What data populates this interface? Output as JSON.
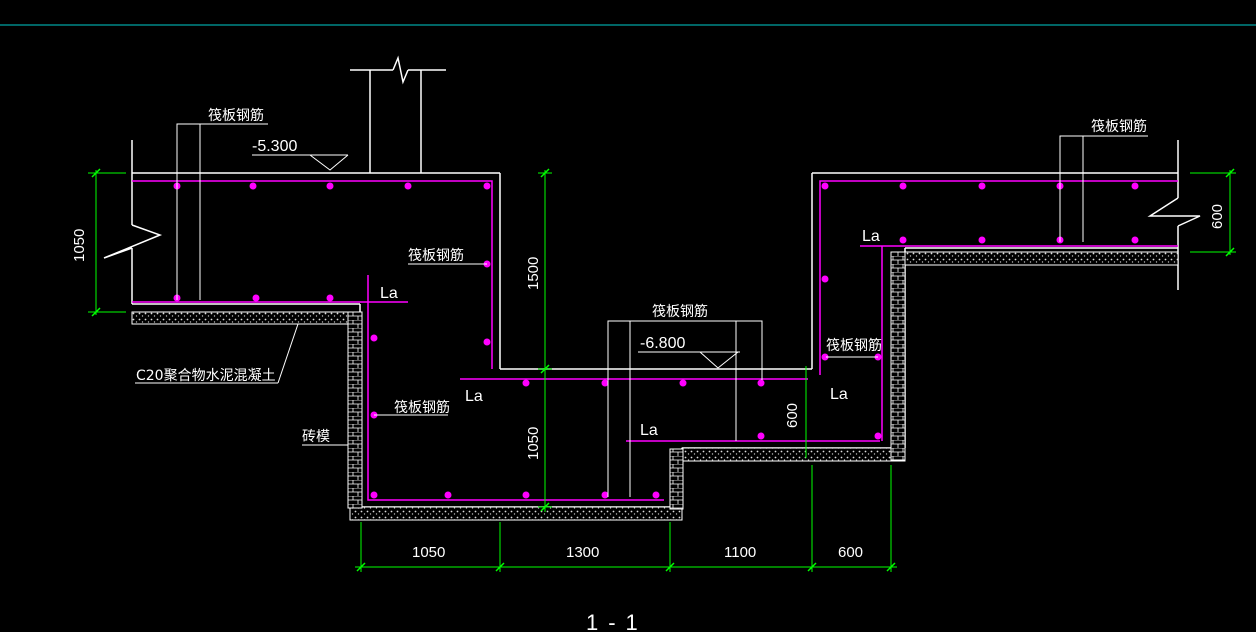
{
  "drawing": {
    "title": "1-1",
    "colors": {
      "background": "#000000",
      "concrete": "#ffffff",
      "rebar": "#ff00ff",
      "dimension": "#00ff00",
      "frame": "#00cccc"
    },
    "labels": {
      "raft_rebar": "筏板钢筋",
      "c20_concrete": "C20聚合物水泥混凝土",
      "brick_mold": "砖模",
      "anchor_length": "La"
    },
    "elevations": {
      "top": "-5.300",
      "pit": "-6.800"
    },
    "dimensions": {
      "bottom": [
        "1050",
        "1300",
        "1100",
        "600"
      ],
      "left_slab": "1050",
      "pit_depth": "1500",
      "pit_bottom": "1050",
      "step": "600",
      "right_slab": "600"
    }
  }
}
